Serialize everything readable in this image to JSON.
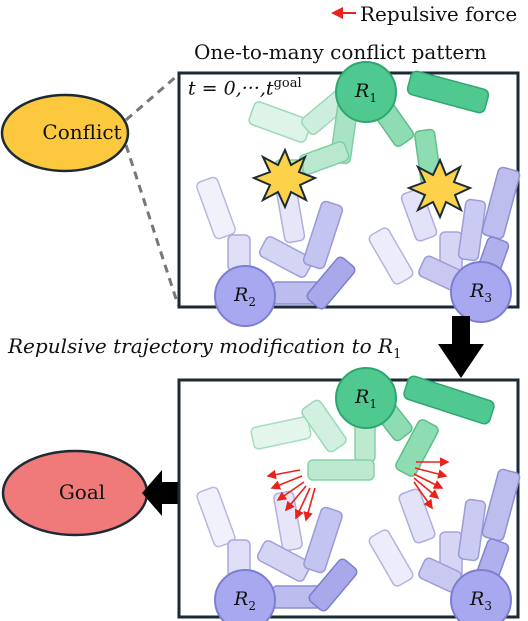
{
  "legend": {
    "repulsive_force": "Repulsive force"
  },
  "top_panel": {
    "title": "One-to-many conflict pattern",
    "time_range": "t = 0,···,t",
    "time_range_sup": "goal"
  },
  "arrow_caption": "Repulsive trajectory modification to R",
  "arrow_caption_sub": "1",
  "conflict_label": "Conflict",
  "goal_label": "Goal",
  "robots": {
    "r1_letter": "R",
    "r1_sub": "1",
    "r2_letter": "R",
    "r2_sub": "2",
    "r3_letter": "R",
    "r3_sub": "3"
  },
  "colors": {
    "robot1": "#4fc98f",
    "robot_blue": "#a8a8f0",
    "conflict_fill": "#fcc93e",
    "goal_fill": "#f07a7a",
    "force_arrow": "#e8231c",
    "frame": "#1b2a33"
  }
}
